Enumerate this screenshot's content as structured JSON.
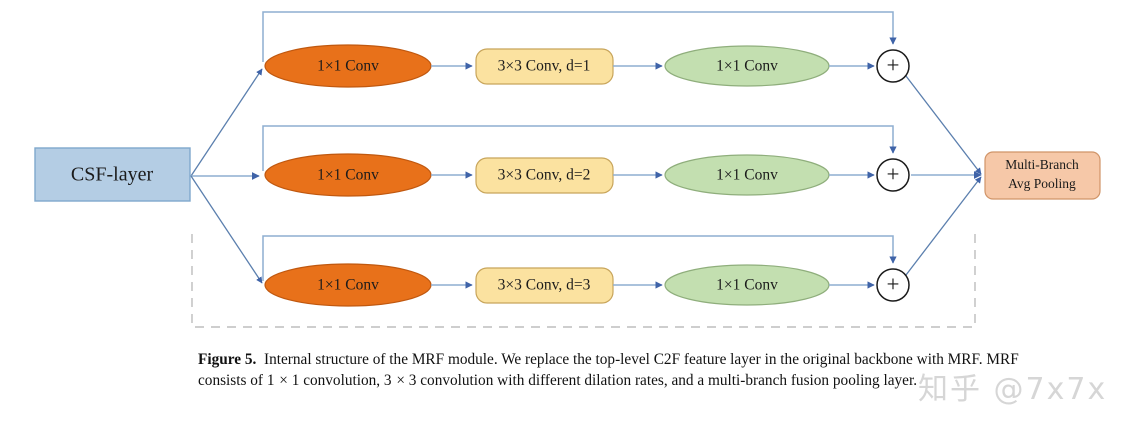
{
  "figure": {
    "title": "Internal structure of the MRF module",
    "background": "#ffffff"
  },
  "colors": {
    "input_block_fill": "#b4cde4",
    "input_block_stroke": "#7fa8cc",
    "reduce_conv_fill": "#e8711a",
    "reduce_conv_stroke": "#c0580f",
    "dilated_conv_fill": "#fbe2a0",
    "dilated_conv_stroke": "#c8a55b",
    "expand_conv_fill": "#c3dfb0",
    "expand_conv_stroke": "#8fae7c",
    "pooling_fill": "#f6c8a8",
    "pooling_stroke": "#d09468",
    "arrow": "#8eaed0",
    "fan_line": "#5b7fae",
    "skip_line": "#8eaed0",
    "sum_stroke": "#1a1a1a",
    "sum_fill": "#ffffff",
    "dashed_border": "#bdbdbd"
  },
  "input_node": {
    "name": "CSF-layer",
    "label": "CSF-layer"
  },
  "branches": [
    {
      "id": "branch-1",
      "dilation": 1,
      "reduce_conv": "1×1 Conv",
      "dilated_conv": "3×3 Conv, d=1",
      "expand_conv": "1×1 Conv",
      "sum": "+",
      "has_skip_connection": true
    },
    {
      "id": "branch-2",
      "dilation": 2,
      "reduce_conv": "1×1 Conv",
      "dilated_conv": "3×3 Conv, d=2",
      "expand_conv": "1×1 Conv",
      "sum": "+",
      "has_skip_connection": true
    },
    {
      "id": "branch-3",
      "dilation": 3,
      "reduce_conv": "1×1 Conv",
      "dilated_conv": "3×3 Conv, d=3",
      "expand_conv": "1×1 Conv",
      "sum": "+",
      "has_skip_connection": true
    }
  ],
  "output_node": {
    "name": "Multi-Branch Avg Pooling",
    "line1": "Multi-Branch",
    "line2": "Avg Pooling"
  },
  "caption": {
    "figure_label": "Figure 5.",
    "text_part_1": "Internal structure of the MRF module. We replace the top-level C2F feature layer in the original backbone with MRF. MRF consists of 1",
    "times_1": "×",
    "text_part_2": "1 convolution, 3",
    "times_2": "×",
    "text_part_3": "3 convolution with different dilation rates, and a multi-branch fusion pooling layer.",
    "full_text": "Figure 5.  Internal structure of the MRF module. We replace the top-level C2F feature layer in the original backbone with MRF. MRF consists of 1 × 1 convolution, 3 × 3 convolution with different dilation rates, and a multi-branch fusion pooling layer."
  },
  "watermark": {
    "text": "知乎 @7x7x"
  }
}
